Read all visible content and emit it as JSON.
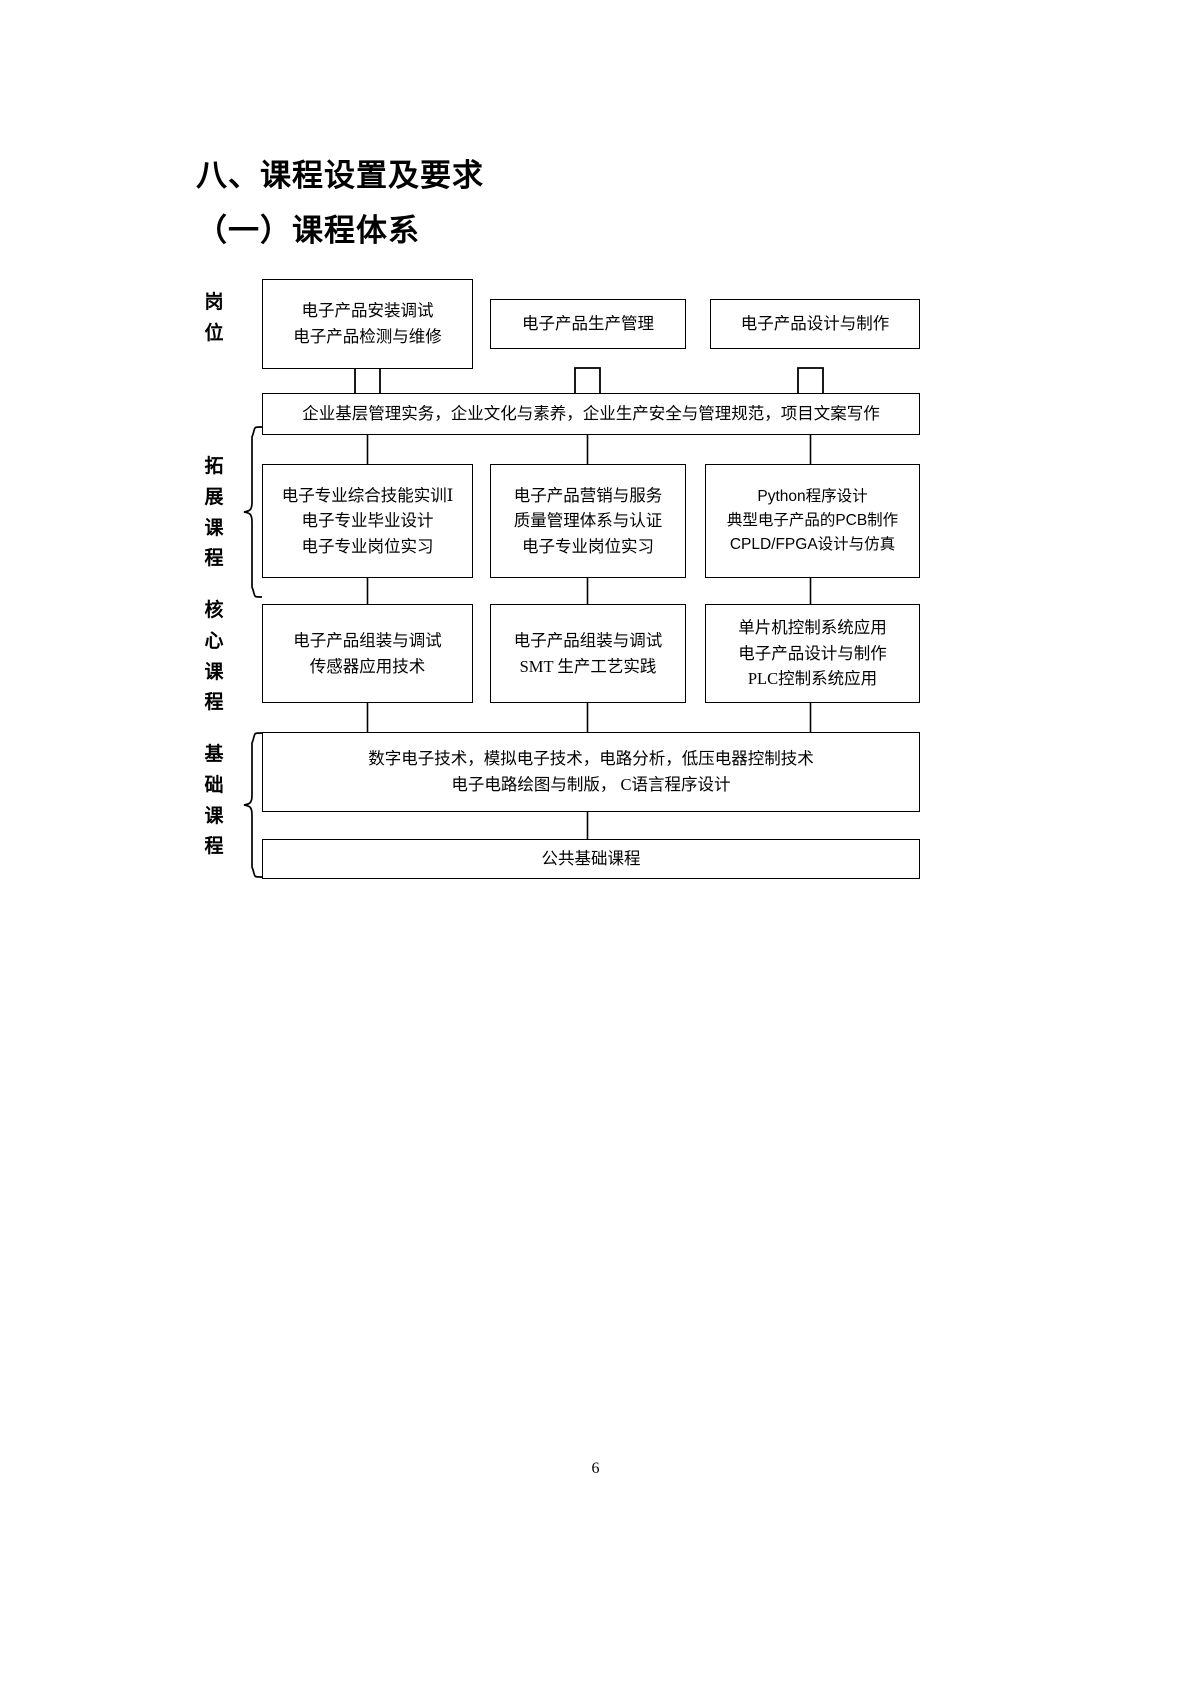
{
  "document": {
    "heading_main": "八、课程设置及要求",
    "heading_sub": "（一）课程体系",
    "page_number": "6"
  },
  "diagram": {
    "row_labels": {
      "posts": "岗位",
      "extension": "拓展课程",
      "core": "核心课程",
      "foundation": "基础课程"
    },
    "post_boxes": [
      {
        "lines": [
          "电子产品安装调试",
          "电子产品检测与维修"
        ]
      },
      {
        "lines": [
          "电子产品生产管理"
        ]
      },
      {
        "lines": [
          "电子产品设计与制作"
        ]
      }
    ],
    "quality_bar": {
      "text": "企业基层管理实务，企业文化与素养，企业生产安全与管理规范，项目文案写作"
    },
    "extension_boxes": [
      {
        "lines": [
          "电子专业综合技能实训Ⅰ",
          "电子专业毕业设计",
          "电子专业岗位实习"
        ]
      },
      {
        "lines": [
          "电子产品营销与服务",
          "质量管理体系与认证",
          "电子专业岗位实习"
        ]
      },
      {
        "lines": [
          "Python程序设计",
          "典型电子产品的PCB制作",
          "CPLD/FPGA设计与仿真"
        ]
      }
    ],
    "core_boxes": [
      {
        "lines": [
          "电子产品组装与调试",
          "传感器应用技术"
        ]
      },
      {
        "lines": [
          "电子产品组装与调试",
          "SMT 生产工艺实践"
        ]
      },
      {
        "lines": [
          "单片机控制系统应用",
          "电子产品设计与制作",
          "PLC控制系统应用"
        ]
      }
    ],
    "foundation_box": {
      "lines": [
        "数字电子技术，模拟电子技术，电路分析，低压电器控制技术",
        "电子电路绘图与制版，  C语言程序设计"
      ]
    },
    "public_box": {
      "lines": [
        "公共基础课程"
      ]
    },
    "arrows": [
      {
        "name": "down-arrow-1"
      },
      {
        "name": "down-arrow-2"
      },
      {
        "name": "down-arrow-3"
      }
    ]
  },
  "colors": {
    "stroke": "#000000",
    "background": "#ffffff"
  }
}
